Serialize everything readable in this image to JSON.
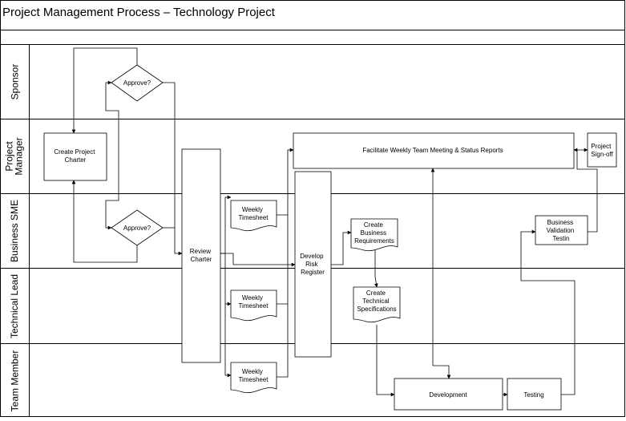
{
  "title": "Project Management Process – Technology Project",
  "lanes": [
    {
      "id": "sponsor",
      "label": "Sponsor"
    },
    {
      "id": "pm",
      "label": "Project Manager"
    },
    {
      "id": "sme",
      "label": "Business SME"
    },
    {
      "id": "tech",
      "label": "Technical Lead"
    },
    {
      "id": "team",
      "label": "Team Member"
    }
  ],
  "nodes": {
    "approve_sponsor": [
      "Approve?"
    ],
    "create_charter": [
      "Create Project",
      "Charter"
    ],
    "approve_sme": [
      "Approve?"
    ],
    "review_charter": [
      "Review",
      "Charter"
    ],
    "timesheet_sme": [
      "Weekly",
      "Timesheet"
    ],
    "timesheet_tech": [
      "Weekly",
      "Timesheet"
    ],
    "timesheet_team": [
      "Weekly",
      "Timesheet"
    ],
    "facilitate": [
      "Facilitate Weekly Team Meeting & Status Reports"
    ],
    "risk_register": [
      "Develop",
      "Risk",
      "Register"
    ],
    "biz_reqs": [
      "Create",
      "Business",
      "Requirements"
    ],
    "tech_specs": [
      "Create",
      "Technical",
      "Specifications"
    ],
    "development": [
      "Development"
    ],
    "testing": [
      "Testing"
    ],
    "biz_validation": [
      "Business",
      "Validation",
      "Testin"
    ],
    "signoff": [
      "Project",
      "Sign-off"
    ]
  }
}
